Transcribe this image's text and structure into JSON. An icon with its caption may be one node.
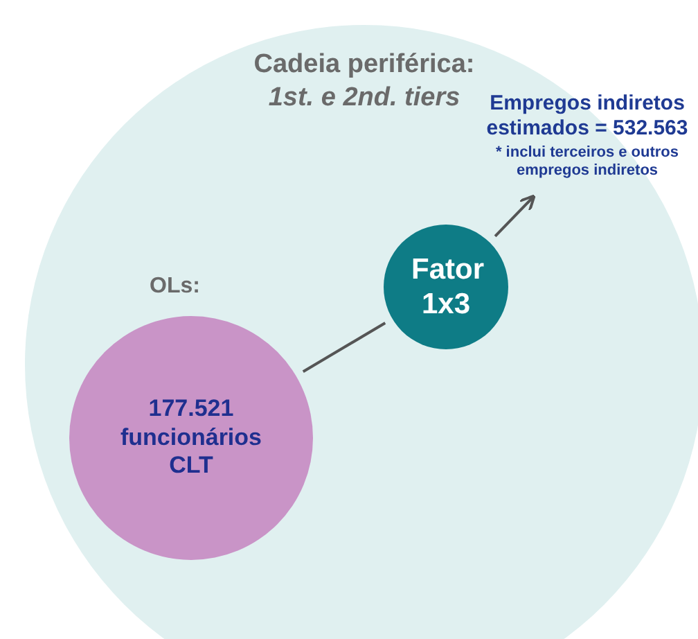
{
  "diagram": {
    "nodes": [
      {
        "text": [
          "Cadeia periférica:",
          "1st. e 2nd. tiers"
        ]
      },
      {
        "text": [
          "177.521 funcionários CLT"
        ],
        "beside": [
          "OLs:"
        ],
        "in": 0
      },
      {
        "text": [
          "Fator 1x3"
        ],
        "in": 0
      },
      {
        "text": [
          "Empregos indiretos estimados = 532.563",
          "* inclui terceiros e outros empregos indiretos"
        ],
        "in": 0
      }
    ],
    "edges": [
      {
        "from": 1,
        "to": 2,
        "arrow": "none",
        "color": "#555555"
      },
      {
        "from": 2,
        "to": 3,
        "arrow": "to",
        "color": "#555555"
      }
    ]
  }
}
